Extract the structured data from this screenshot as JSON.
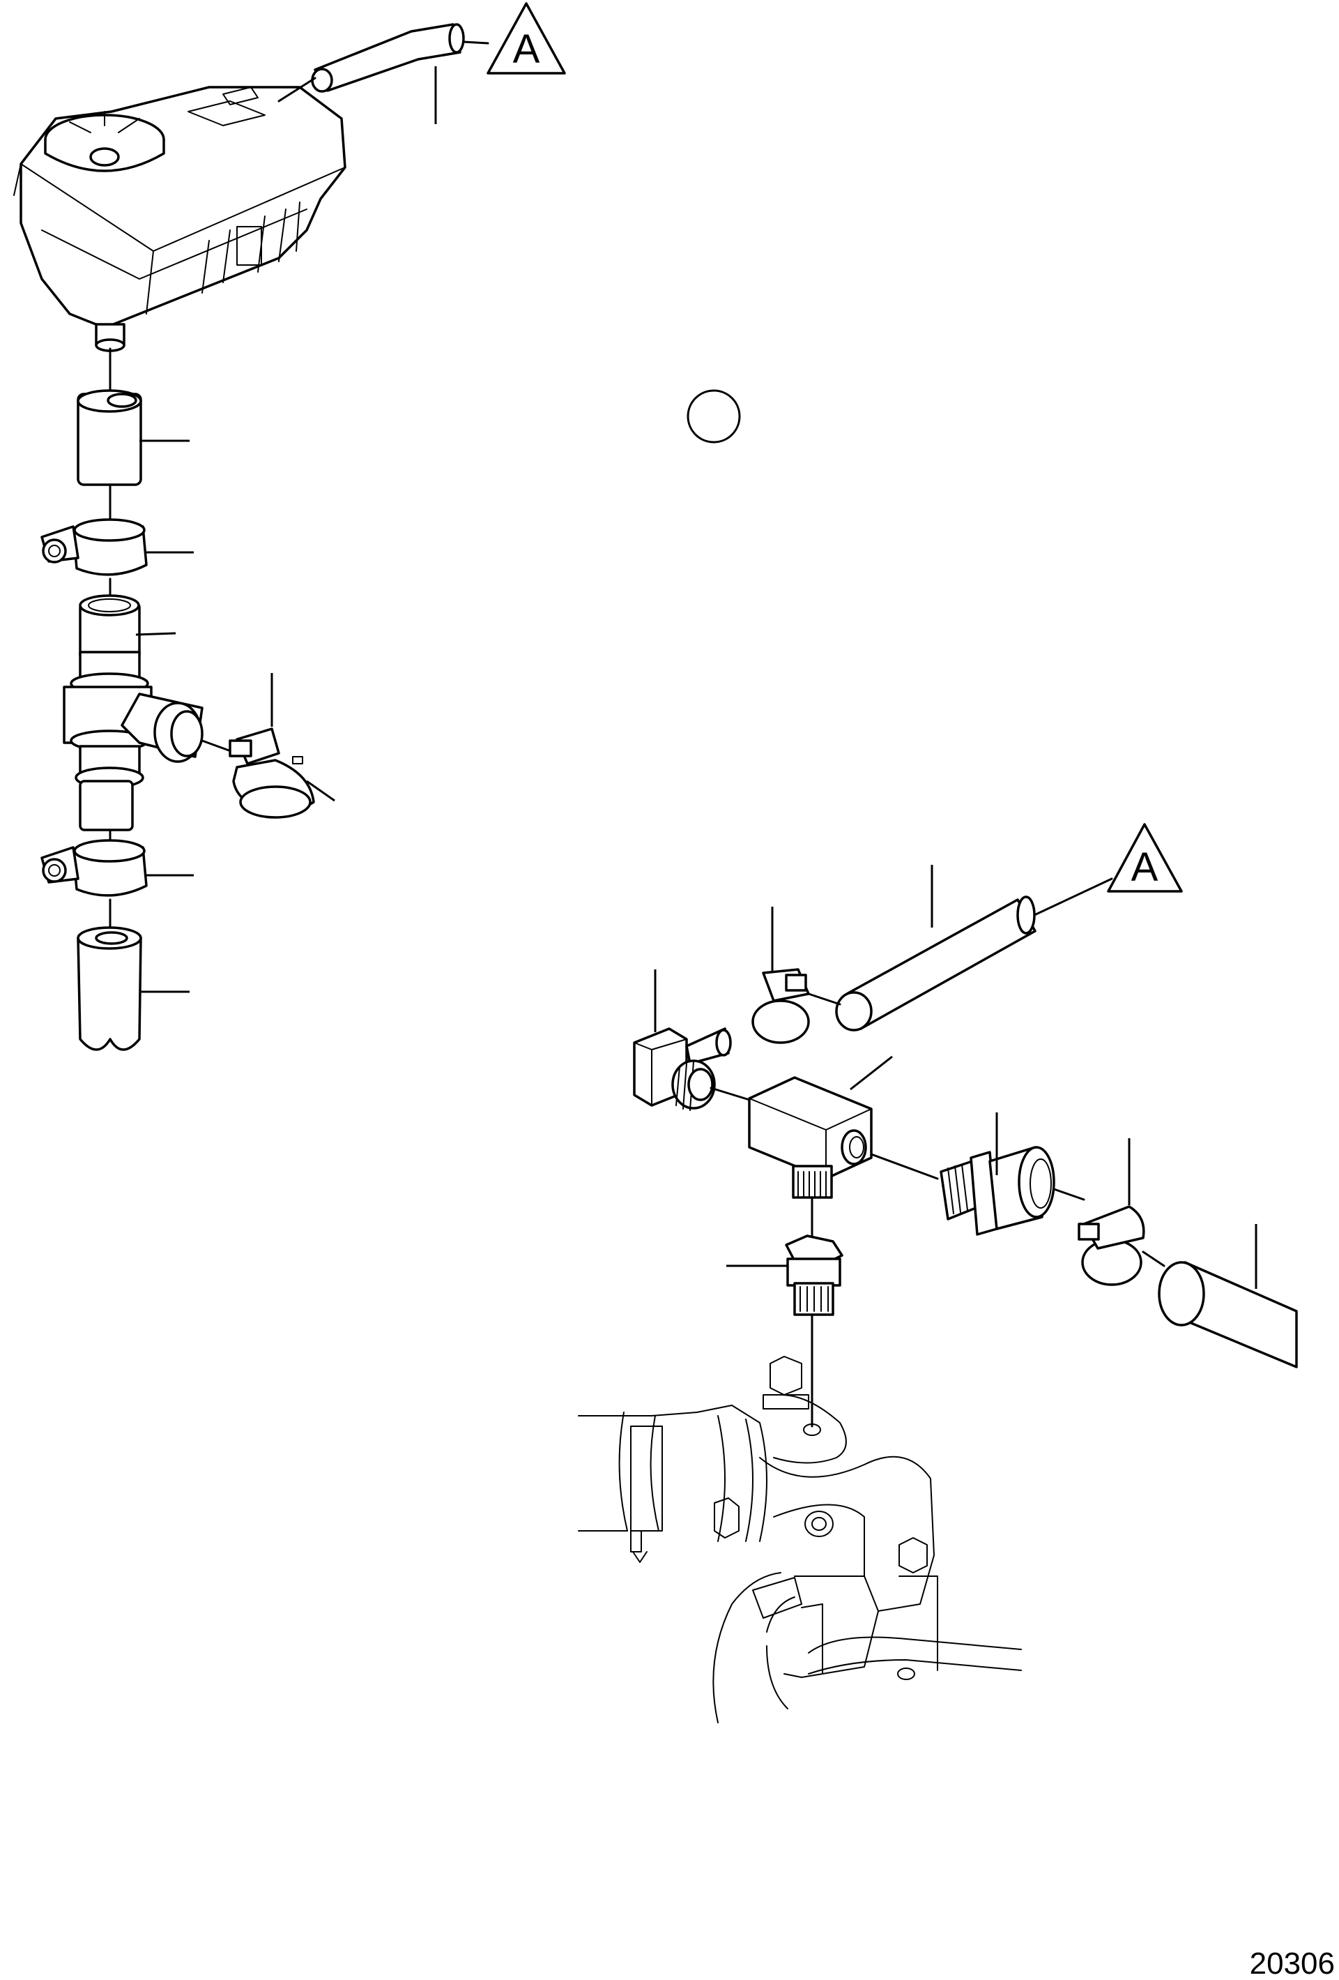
{
  "diagram": {
    "reference_markers": [
      {
        "label": "A"
      },
      {
        "label": "A"
      }
    ],
    "drawing_number": "20306"
  }
}
